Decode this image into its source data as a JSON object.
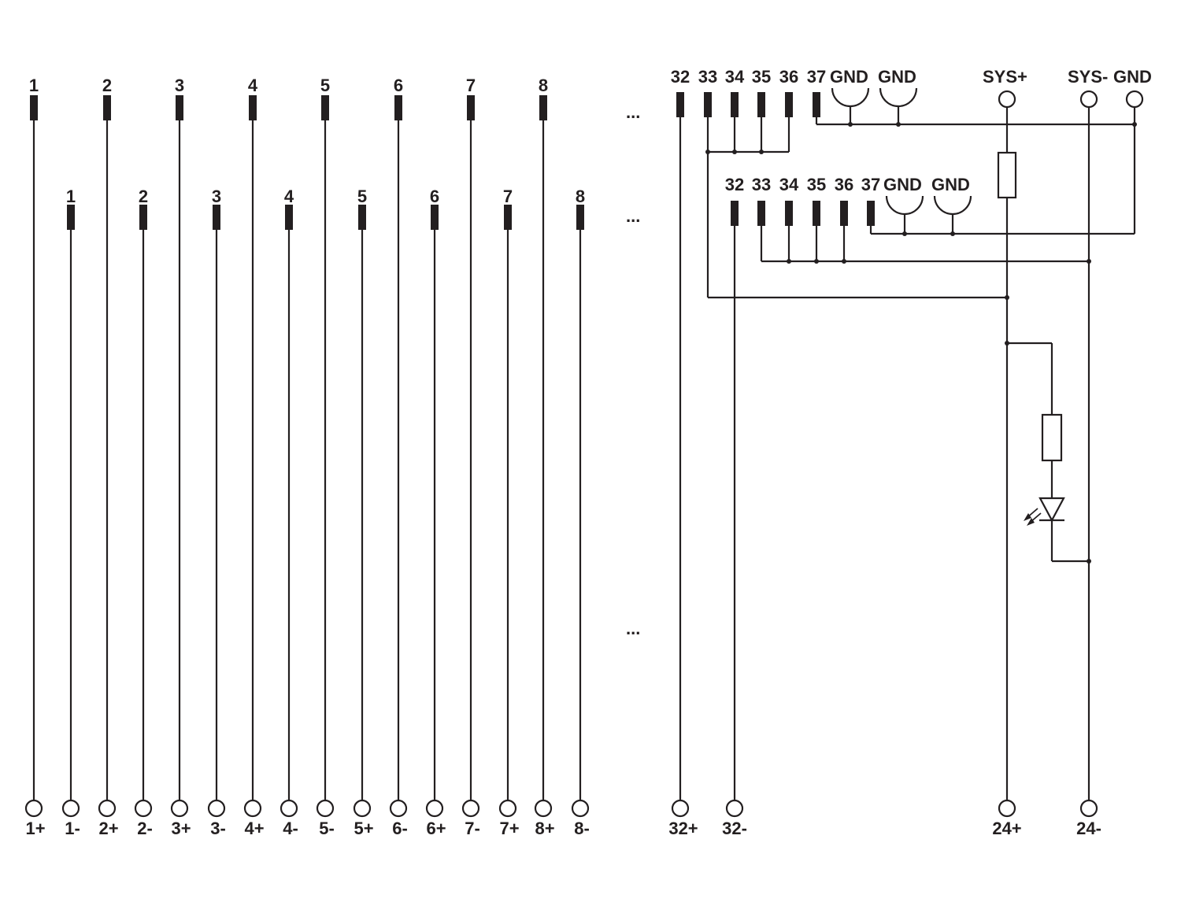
{
  "colors": {
    "ink": "#231f20",
    "background": "#ffffff"
  },
  "ellipsis": "...",
  "top_row_pins": [
    "1",
    "2",
    "3",
    "4",
    "5",
    "6",
    "7",
    "8"
  ],
  "mid_row_pins": [
    "1",
    "2",
    "3",
    "4",
    "5",
    "6",
    "7",
    "8"
  ],
  "bottom_terminals": [
    "1+",
    "1-",
    "2+",
    "2-",
    "3+",
    "3-",
    "4+",
    "4-",
    "5-",
    "5+",
    "6-",
    "6+",
    "7-",
    "7+",
    "8+",
    "8-"
  ],
  "right_top_pins": [
    "32",
    "33",
    "34",
    "35",
    "36",
    "37"
  ],
  "right_mid_pins": [
    "32",
    "33",
    "34",
    "35",
    "36",
    "37"
  ],
  "gnd_label": "GND",
  "sys_plus": "SYS+",
  "sys_minus": "SYS-",
  "right_terminals": [
    "32+",
    "32-",
    "24+",
    "24-"
  ]
}
